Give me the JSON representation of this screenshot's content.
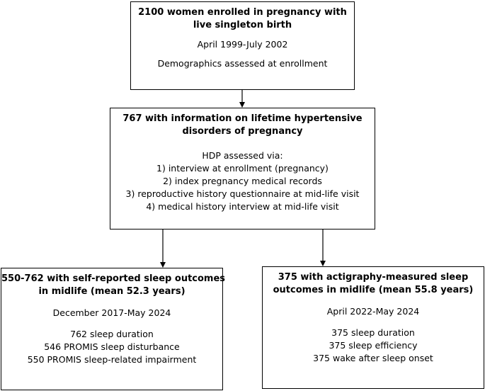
{
  "box1": {
    "title_lines": [
      "2100 women enrolled in pregnancy with",
      "live singleton birth"
    ],
    "dates": "April 1999-July 2002",
    "note": "Demographics assessed at enrollment"
  },
  "box2": {
    "title_lines": [
      "767 with information on lifetime hypertensive",
      "disorders of pregnancy"
    ],
    "intro": "HDP assessed via:",
    "items": [
      "1) interview at enrollment (pregnancy)",
      "2)  index pregnancy medical records",
      "3) reproductive history questionnaire at mid-life visit",
      "4) medical history interview at mid-life visit"
    ]
  },
  "box3": {
    "title_lines": [
      "550-762 with self-reported sleep outcomes",
      "in midlife (mean 52.3 years)"
    ],
    "dates": "December 2017-May 2024",
    "items": [
      "762 sleep duration",
      "546 PROMIS sleep disturbance",
      "550 PROMIS sleep-related impairment"
    ]
  },
  "box4": {
    "title_lines": [
      "375 with actigraphy-measured sleep",
      "outcomes in midlife (mean 55.8 years)"
    ],
    "dates": "April 2022-May 2024",
    "items": [
      "375 sleep duration",
      "375 sleep efficiency",
      "375 wake after sleep onset"
    ]
  }
}
